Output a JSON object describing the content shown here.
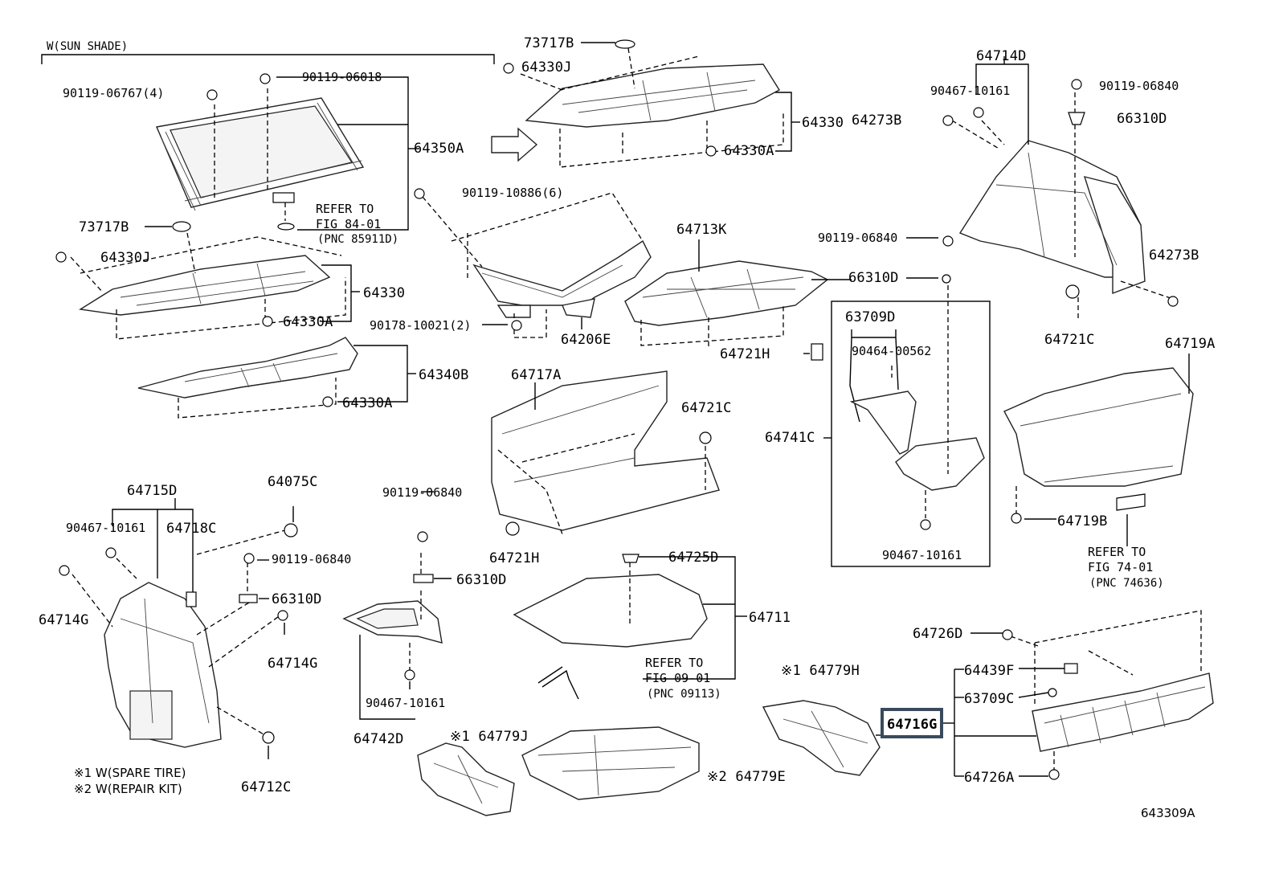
{
  "diagram": {
    "header_note": "W(SUN SHADE)",
    "figure_code": "643309A",
    "notes": [
      "※1 W(SPARE TIRE)",
      "※2 W(REPAIR KIT)"
    ],
    "references": {
      "ref_84": [
        "REFER TO",
        "FIG 84-01",
        "(PNC 85911D)"
      ],
      "ref_09": [
        "REFER TO",
        "FIG 09-01",
        "(PNC 09113)"
      ],
      "ref_74": [
        "REFER TO",
        "FIG 74-01",
        "(PNC 74636)"
      ]
    },
    "labels": {
      "p73717B_a": "73717B",
      "p64330J_a": "64330J",
      "p64330_a": "64330",
      "p64330A_a": "64330A",
      "p90119_06767": "90119-06767(4)",
      "p90119_06018": "90119-06018",
      "p64350A": "64350A",
      "p73717B_b": "73717B",
      "p64330J_b": "64330J",
      "p64330_b": "64330",
      "p64330A_b": "64330A",
      "p64340B": "64340B",
      "p64330A_c": "64330A",
      "p90119_10886": "90119-10886(6)",
      "p90178_10021": "90178-10021(2)",
      "p64206E": "64206E",
      "p64713K": "64713K",
      "p64721H_a": "64721H",
      "p64717A": "64717A",
      "p64721C_a": "64721C",
      "p64721H_b": "64721H",
      "p64714D": "64714D",
      "p90467_10161_a": "90467-10161",
      "p90119_06840_a": "90119-06840",
      "p64273B_a": "64273B",
      "p66310D_a": "66310D",
      "p90119_06840_b": "90119-06840",
      "p66310D_b": "66310D",
      "p64273B_b": "64273B",
      "p64721C_b": "64721C",
      "p63709D": "63709D",
      "p90464_00562": "90464-00562",
      "p64741C": "64741C",
      "p90467_10161_b": "90467-10161",
      "p64719A": "64719A",
      "p64719B": "64719B",
      "p64715D": "64715D",
      "p64075C": "64075C",
      "p90467_10161_c": "90467-10161",
      "p64718C": "64718C",
      "p90119_06840_c": "90119-06840",
      "p64714G_a": "64714G",
      "p66310D_c": "66310D",
      "p64714G_b": "64714G",
      "p64712C": "64712C",
      "p90119_06840_d": "90119-06840",
      "p66310D_d": "66310D",
      "p90467_10161_d": "90467-10161",
      "p64742D": "64742D",
      "p64725D": "64725D",
      "p64711": "64711",
      "p64779H": "※1 64779H",
      "p64779J": "※1 64779J",
      "p64779E": "※2 64779E",
      "p64726D": "64726D",
      "p64439F": "64439F",
      "p63709C": "63709C",
      "p64716G": "64716G",
      "p64726A": "64726A"
    }
  }
}
